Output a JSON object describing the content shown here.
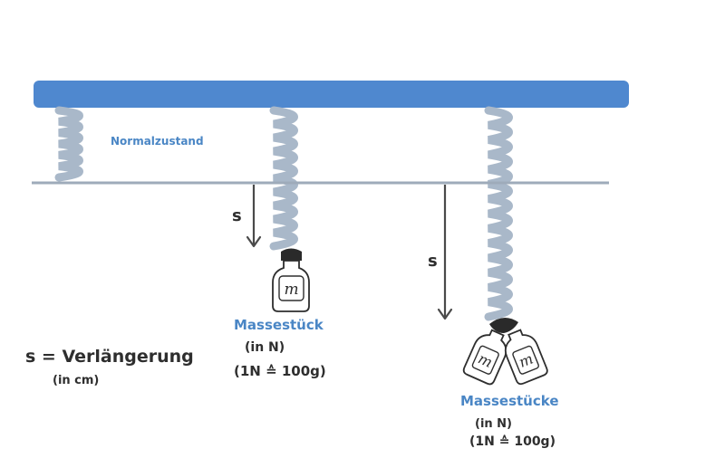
{
  "colors": {
    "beam": "#4f88cf",
    "spring": "#a9b8c9",
    "baseline": "#9eabba",
    "arrow": "#4a4a4a",
    "text_blue": "#4a86c5",
    "text_dark": "#2e2e2e",
    "weight_cap": "#2a2a2a"
  },
  "labels": {
    "normal_state": "Normalzustand",
    "s_short": "s",
    "s_long": "s",
    "mass_single": "Massestück",
    "mass_single_unit": "(in N)",
    "mass_single_conversion": "(1N ≙ 100g)",
    "legend": "s = Verlängerung",
    "legend_unit": "(in cm)",
    "mass_double": "Massestücke",
    "mass_double_unit": "(in N)",
    "mass_double_conversion": "(1N ≙ 100g)",
    "weight_letter": "m"
  },
  "springs": [
    {
      "name": "spring-normal",
      "coils": 6
    },
    {
      "name": "spring-one-weight",
      "coils": 10
    },
    {
      "name": "spring-two-weights",
      "coils": 14
    }
  ]
}
